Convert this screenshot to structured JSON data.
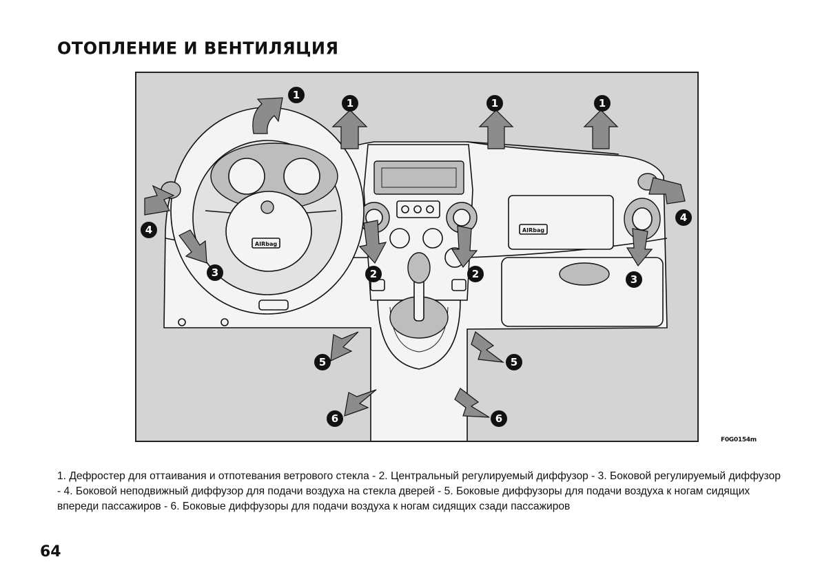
{
  "page": {
    "title": "ОТОПЛЕНИЕ И ВЕНТИЛЯЦИЯ",
    "number": "64"
  },
  "figure": {
    "code": "F0G0154m",
    "airbag_label": "AIRbag",
    "callouts": [
      "1",
      "2",
      "3",
      "4",
      "5",
      "6"
    ]
  },
  "caption": "1. Дефростер для оттаивания и отпотевания ветрового стекла - 2. Центральный регулируемый диффузор - 3. Боковой регулируемый диффузор - 4. Боковой неподвижный диффузор для подачи воздуха на стекла дверей - 5. Боковые диффузоры для подачи воздуха к ногам сидящих впереди пассажиров - 6. Боковые диффузоры для подачи воздуха к ногам сидящих сзади пассажиров"
}
